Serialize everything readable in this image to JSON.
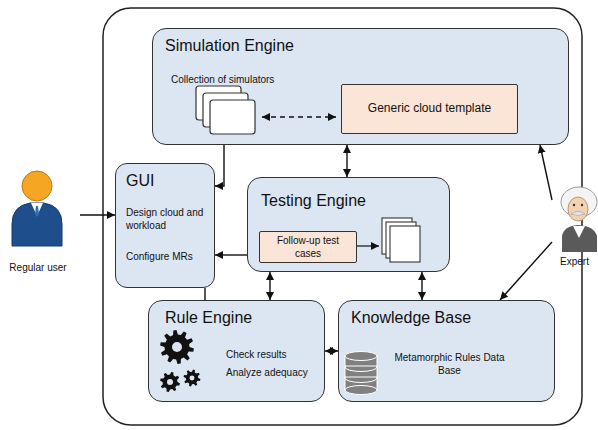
{
  "diagram": {
    "nodes": [
      {
        "text": [
          "Simulation Engine",
          "Collection of simulators"
        ]
      },
      {
        "text": [
          "Generic cloud template"
        ],
        "in": 0
      },
      {
        "text": [
          "GUI",
          "Design cloud and workload",
          "Configure MRs"
        ]
      },
      {
        "text": [
          "Testing Engine"
        ]
      },
      {
        "text": [
          "Follow-up test cases"
        ],
        "in": 3
      },
      {
        "text": [
          "Rule Engine",
          "Check results",
          "Analyze adequacy"
        ]
      },
      {
        "text": [
          "Knowledge Base",
          "Metamorphic Rules Data Base"
        ]
      },
      {
        "text": [
          "Regular user"
        ]
      },
      {
        "text": [
          "Expert"
        ]
      }
    ],
    "edges": [
      {
        "from": 0,
        "to": 2,
        "arrow": "to"
      },
      {
        "from": 0,
        "to": 3,
        "arrow": "both"
      },
      {
        "from": 3,
        "to": 5,
        "arrow": "both"
      },
      {
        "from": 3,
        "to": 6,
        "arrow": "both"
      },
      {
        "from": 5,
        "to": 6,
        "arrow": "both"
      },
      {
        "from": 5,
        "to": 2,
        "arrow": "none"
      },
      {
        "from": 3,
        "to": 2,
        "arrow": "to"
      },
      {
        "from": 7,
        "to": 2,
        "arrow": "to"
      },
      {
        "from": 8,
        "to": 0,
        "arrow": "to"
      },
      {
        "from": 8,
        "to": 6,
        "arrow": "to"
      }
    ]
  }
}
